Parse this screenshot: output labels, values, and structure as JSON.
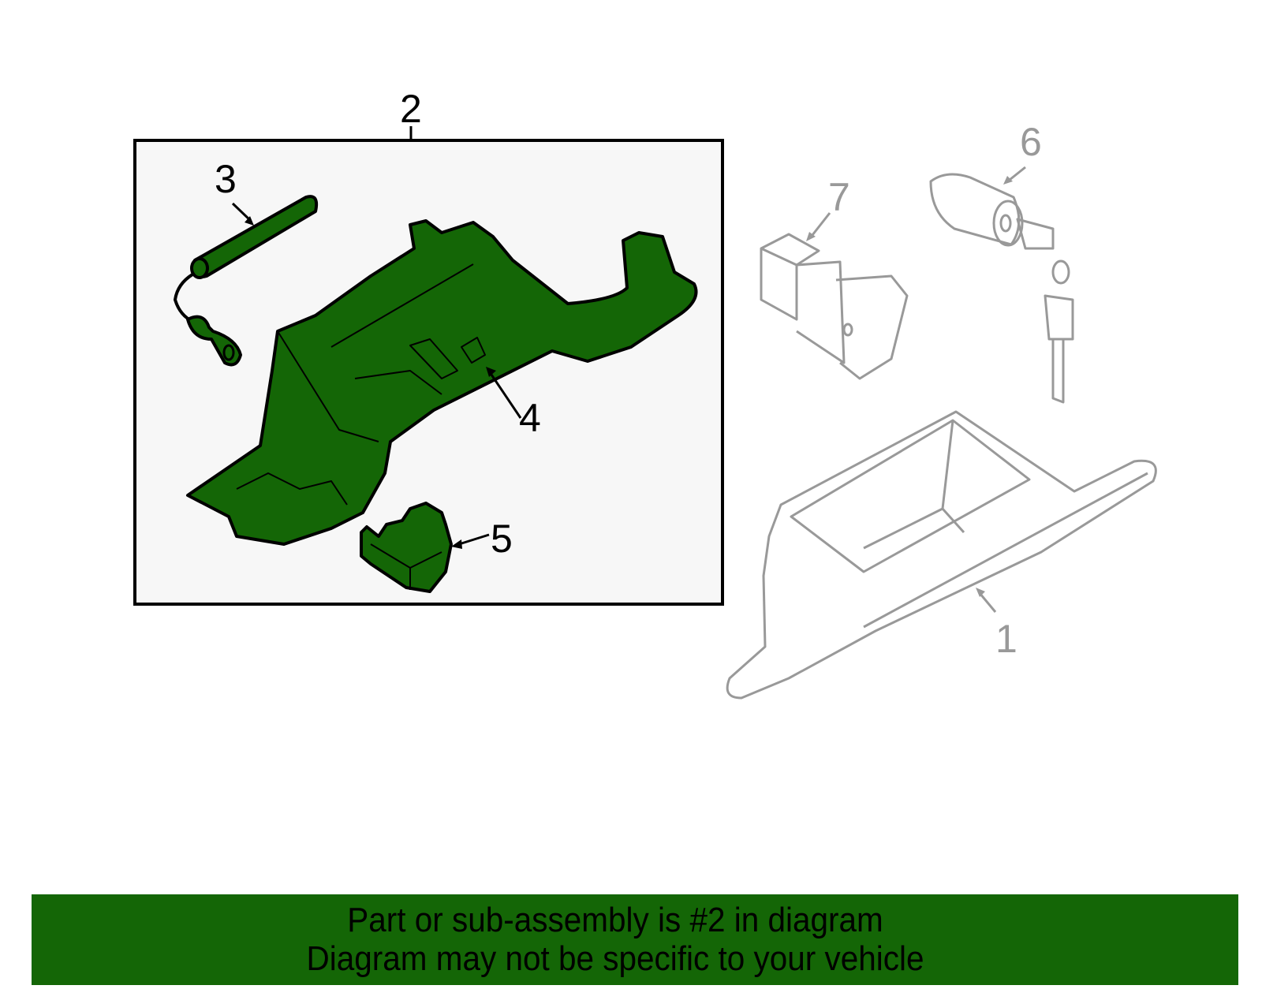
{
  "diagram": {
    "highlight_color": "#146606",
    "inactive_color": "#999999",
    "box_background": "#f7f7f7",
    "assembly_box": {
      "label": "2"
    },
    "callouts": [
      {
        "id": "1",
        "label": "1",
        "part": "glove-box",
        "highlighted": false
      },
      {
        "id": "2",
        "label": "2",
        "part": "glove-box-housing-assembly",
        "highlighted": true
      },
      {
        "id": "3",
        "label": "3",
        "part": "damper-strut",
        "highlighted": true
      },
      {
        "id": "4",
        "label": "4",
        "part": "latch-striker",
        "highlighted": true
      },
      {
        "id": "5",
        "label": "5",
        "part": "lock-housing",
        "highlighted": true
      },
      {
        "id": "6",
        "label": "6",
        "part": "lock-cylinder-with-keys",
        "highlighted": false
      },
      {
        "id": "7",
        "label": "7",
        "part": "switch",
        "highlighted": false
      }
    ]
  },
  "banner": {
    "line1": "Part or sub-assembly is #2 in diagram",
    "line2": "Diagram may not be specific to your vehicle",
    "background": "#146606"
  }
}
